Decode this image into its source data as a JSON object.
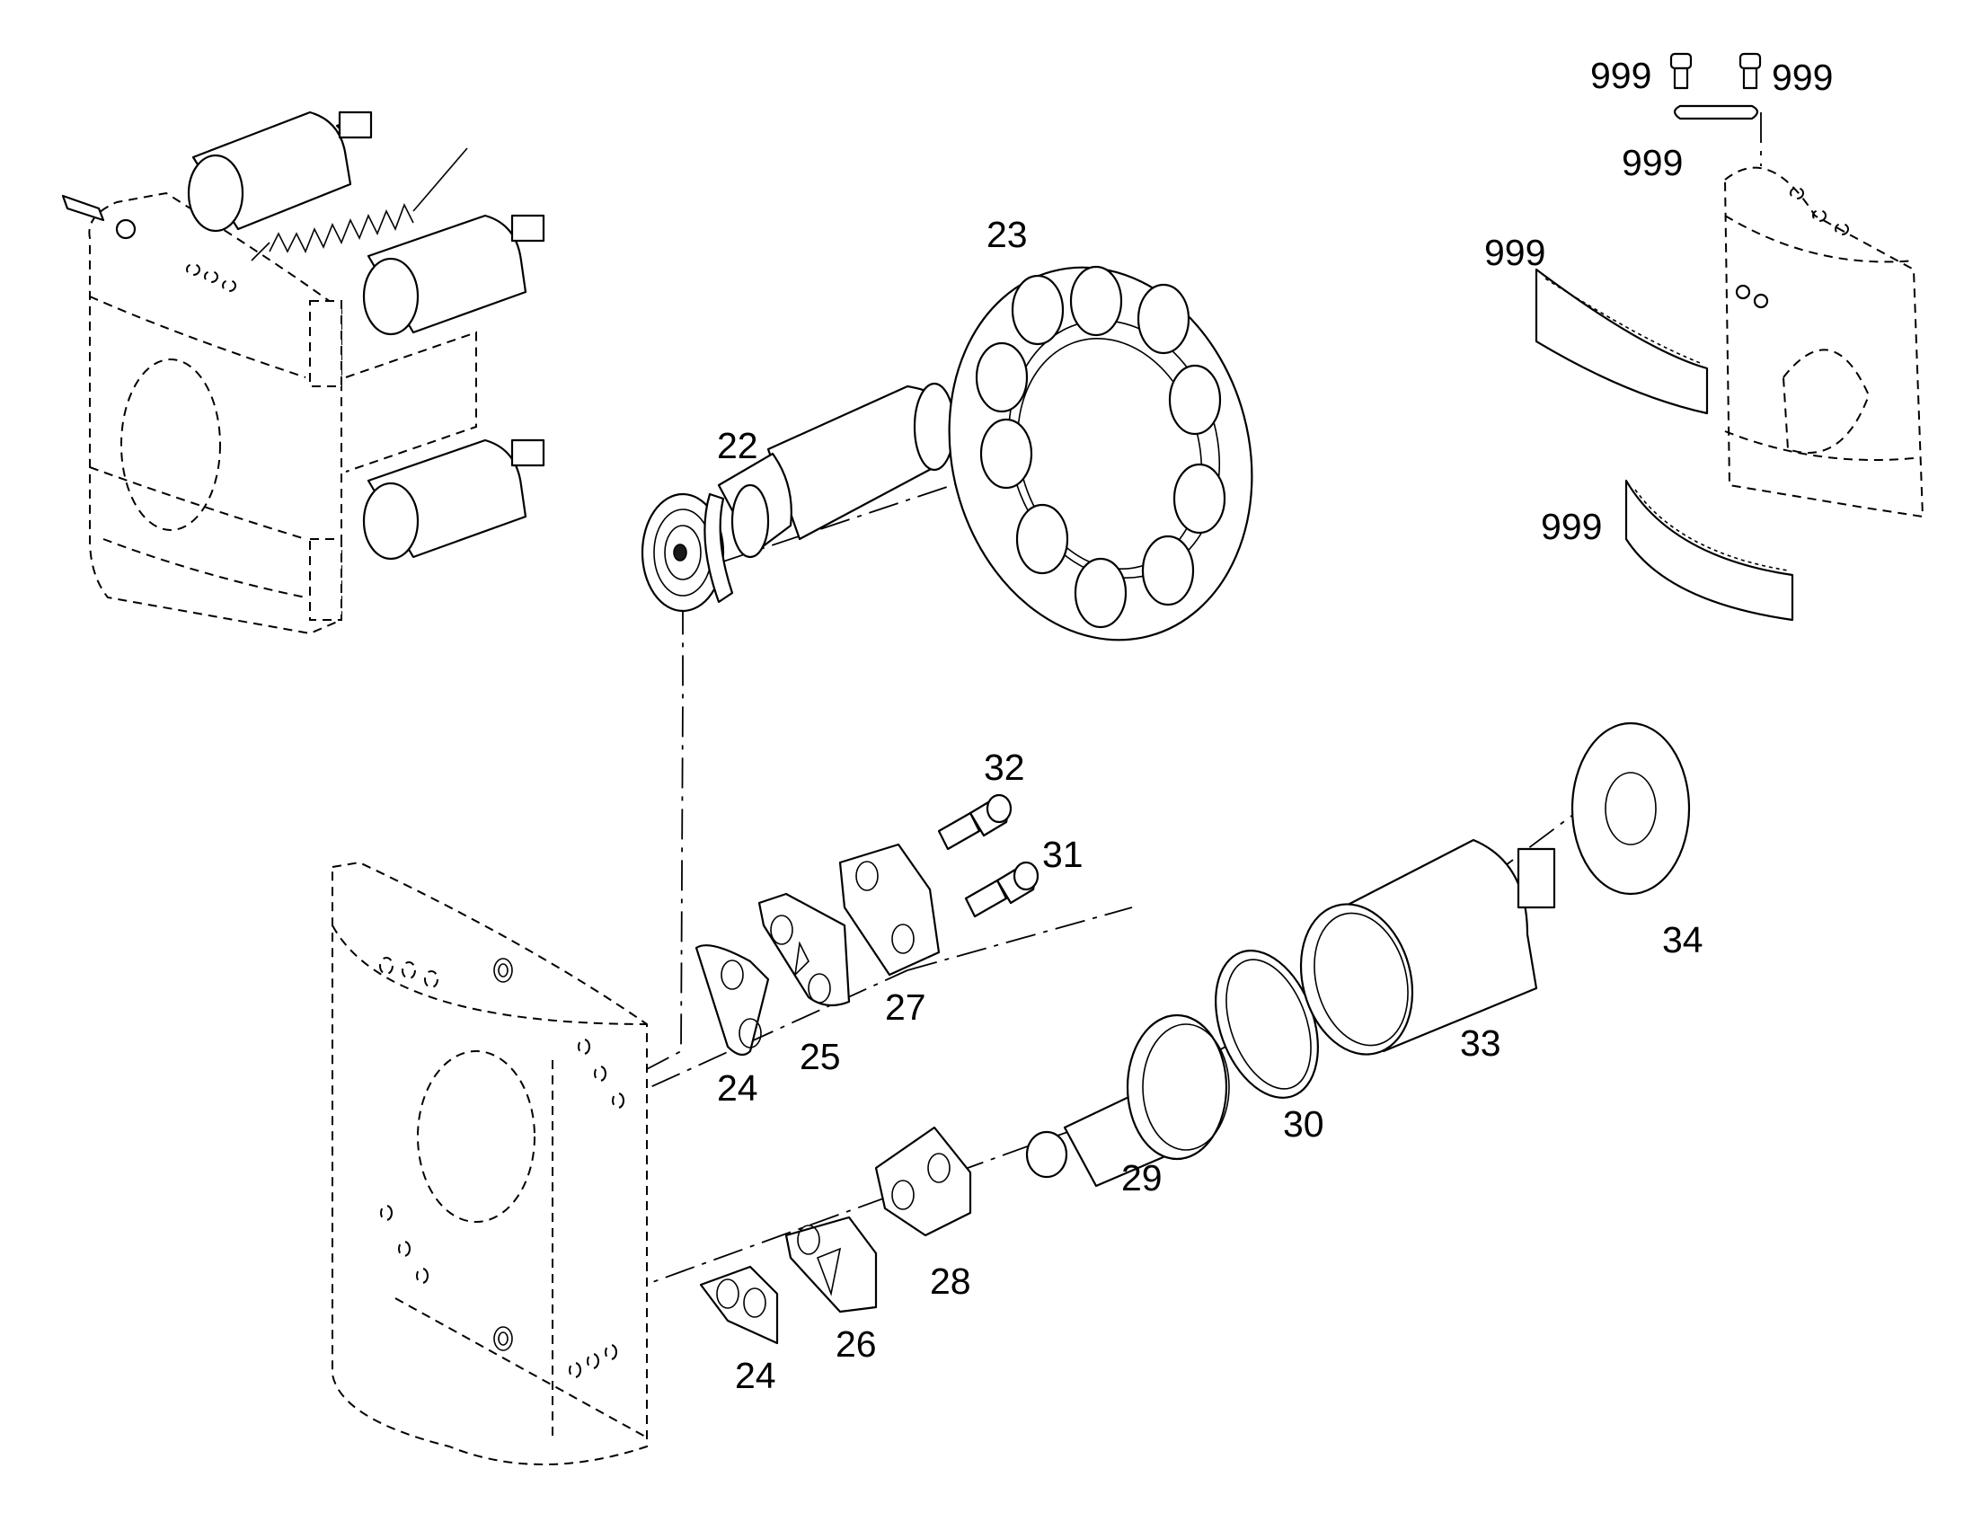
{
  "callouts": {
    "c22": "22",
    "c23": "23",
    "c24a": "24",
    "c24b": "24",
    "c25": "25",
    "c26": "26",
    "c27": "27",
    "c28": "28",
    "c29": "29",
    "c30": "30",
    "c31": "31",
    "c32": "32",
    "c33": "33",
    "c34": "34",
    "c999a": "999",
    "c999b": "999",
    "c999c": "999",
    "c999d": "999",
    "c999e": "999"
  }
}
